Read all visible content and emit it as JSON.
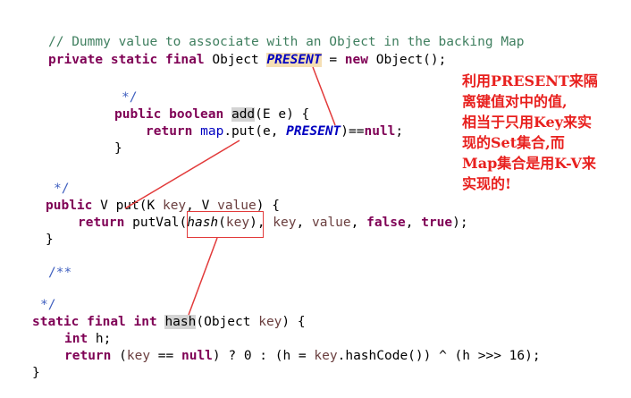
{
  "code": {
    "comment_dummy": "// Dummy value to associate with an Object in the backing Map",
    "decl_private": "private",
    "decl_static": "static",
    "decl_final": "final",
    "decl_type": "Object",
    "field_present": "PRESENT",
    "decl_eq": " = ",
    "decl_new": "new",
    "decl_ctor": " Object();",
    "javadoc_end_1": "*/",
    "add_public": "public",
    "add_boolean": "boolean",
    "add_name": "add",
    "add_sig": "(E e) {",
    "add_return": "return",
    "add_map": "map",
    "add_put": ".put(e, ",
    "add_tail": ")==",
    "add_null": "null",
    "add_semi": ";",
    "brace_close": "}",
    "javadoc_end_2": "*/",
    "put_public": "public",
    "put_sig_v": " V put(K ",
    "put_key": "key",
    "put_comma": ", V ",
    "put_value": "value",
    "put_open": ") {",
    "pv_return": "return",
    "pv_call": " putVal(",
    "pv_hash": "hash",
    "pv_hash_arg_open": "(",
    "pv_hash_arg": "key",
    "pv_hash_arg_close": ")",
    "pv_sep1": ", ",
    "pv_key": "key",
    "pv_sep2": ", ",
    "pv_value": "value",
    "pv_sep3": ", ",
    "pv_false": "false",
    "pv_sep4": ", ",
    "pv_true": "true",
    "pv_end": ");",
    "javadoc_start": "/**",
    "javadoc_end_3": "*/",
    "hash_static": "static",
    "hash_final": "final",
    "hash_int": "int",
    "hash_name": "hash",
    "hash_sig": "(Object ",
    "hash_key": "key",
    "hash_open": ") {",
    "hash_int2": "int",
    "hash_h": " h;",
    "hr_return": "return",
    "hr_p1": " (",
    "hr_key1": "key",
    "hr_eq": " == ",
    "hr_null": "null",
    "hr_p2": ") ? 0 : (h = ",
    "hr_key2": "key",
    "hr_p3": ".hashCode()) ^ (h >>> 16);"
  },
  "annotation": {
    "line1": "利用PRESENT来隔",
    "line2": "离键值对中的值,",
    "line3": "相当于只用Key来实",
    "line4": "现的Set集合,而",
    "line5": "Map集合是用K-V来",
    "line6": "实现的!"
  },
  "colors": {
    "comment": "#3f7f5f",
    "keyword": "#7f0055",
    "field": "#0000c0",
    "annotation": "#e8201e"
  }
}
